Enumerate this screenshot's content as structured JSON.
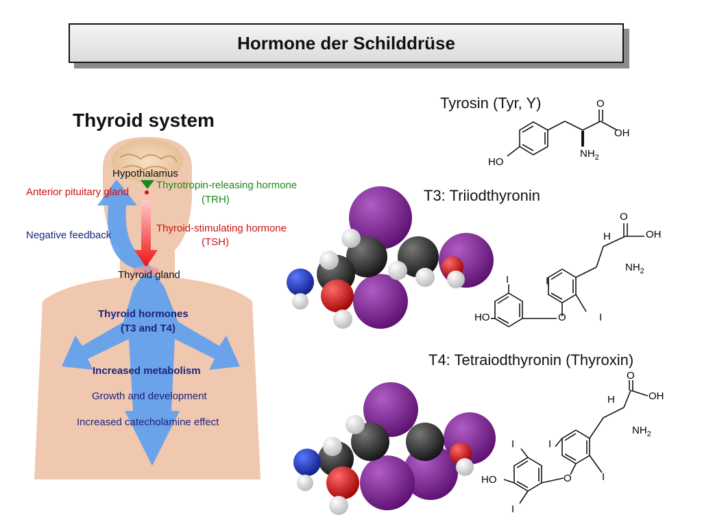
{
  "page": {
    "title": "Hormone der Schilddrüse"
  },
  "thyroid": {
    "heading": "Thyroid system",
    "hypothalamus": "Hypothalamus",
    "pituitary": "Anterior pituitary gland",
    "trh_line1": "Thyrotropin-releasing hormone",
    "trh_line2": "(TRH)",
    "tsh_line1": "Thyroid-stimulating hormone",
    "tsh_line2": "(TSH)",
    "negative_feedback": "Negative feedback",
    "thyroid_gland": "Thyroid gland",
    "hormones_line1": "Thyroid hormones",
    "hormones_line2": "(T3 and T4)",
    "effect1": "Increased metabolism",
    "effect2": "Growth and development",
    "effect3": "Increased catecholamine effect"
  },
  "molecules": {
    "tyrosine": {
      "title": "Tyrosin (Tyr, Y)",
      "atoms": {
        "o": "O",
        "oh": "OH",
        "ho": "HO",
        "nh2": "NH",
        "sub2": "2"
      }
    },
    "t3": {
      "title": "T3: Triiodthyronin",
      "atoms": {
        "o": "O",
        "oh": "OH",
        "h": "H",
        "nh2": "NH",
        "sub2": "2",
        "i1": "I",
        "i2": "I",
        "i3": "I",
        "ether": "O",
        "ho": "HO"
      }
    },
    "t4": {
      "title": "T4: Tetraiodthyronin (Thyroxin)",
      "atoms": {
        "o": "O",
        "oh": "OH",
        "h": "H",
        "nh2": "NH",
        "sub2": "2",
        "i1": "I",
        "i2": "I",
        "i3": "I",
        "i4": "I",
        "ether": "O",
        "ho": "HO"
      }
    }
  },
  "colors": {
    "iodine": "#7a1f8c",
    "carbon": "#2e2e2e",
    "hydrogen": "#ececec",
    "oxygen": "#d40000",
    "nitrogen": "#1c35b5",
    "feedback_arrow": "#5b9ff0",
    "body": "#f0c8b0",
    "trh_green": "#1a8a1a",
    "tsh_red": "#cc1111",
    "navy": "#1a237e"
  }
}
